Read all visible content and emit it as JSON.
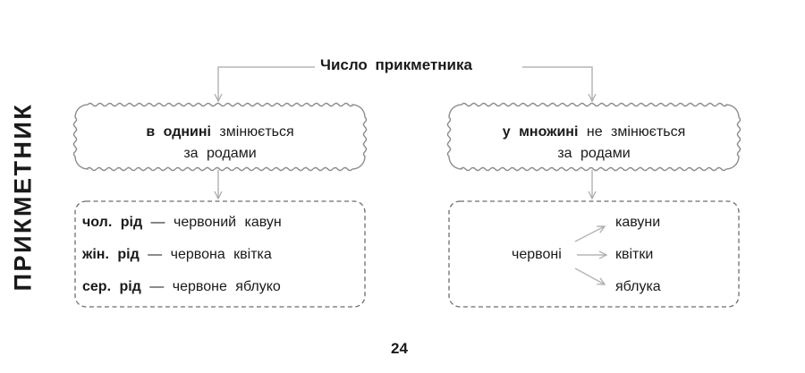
{
  "side_title": "ПРИКМЕТНИК",
  "title": "Число прикметника",
  "left": {
    "head_bold": "в однині",
    "head_rest": "змінюється",
    "head_line2": "за родами",
    "rows": [
      {
        "label": "чол. рід",
        "dash": "—",
        "example": "червоний кавун"
      },
      {
        "label": "жін. рід",
        "dash": "—",
        "example": "червона квітка"
      },
      {
        "label": "сер. рід",
        "dash": "—",
        "example": "червоне яблуко"
      }
    ]
  },
  "right": {
    "head_bold": "у множині",
    "head_rest": "не змінюється",
    "head_line2": "за родами",
    "adjective": "червоні",
    "nouns": [
      "кавуни",
      "квітки",
      "яблука"
    ]
  },
  "page_number": "24"
}
